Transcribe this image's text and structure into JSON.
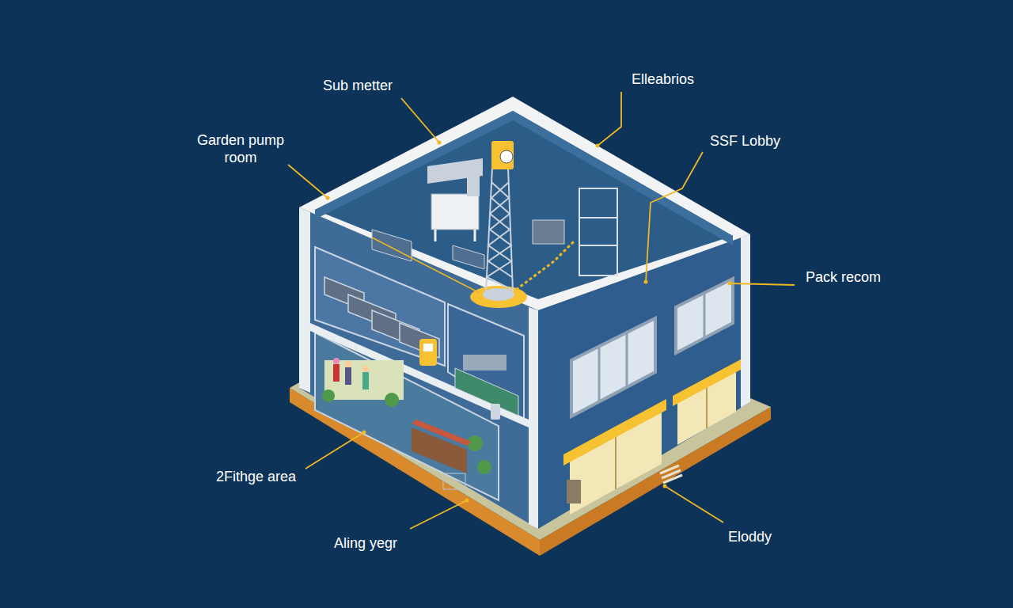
{
  "diagram": {
    "labels": [
      "Sub metter",
      "Elleabrios",
      "Garden pump room",
      "SSF Lobby",
      "Pack recom",
      "2Fithge area",
      "Aling yegr",
      "Eloddy"
    ]
  }
}
